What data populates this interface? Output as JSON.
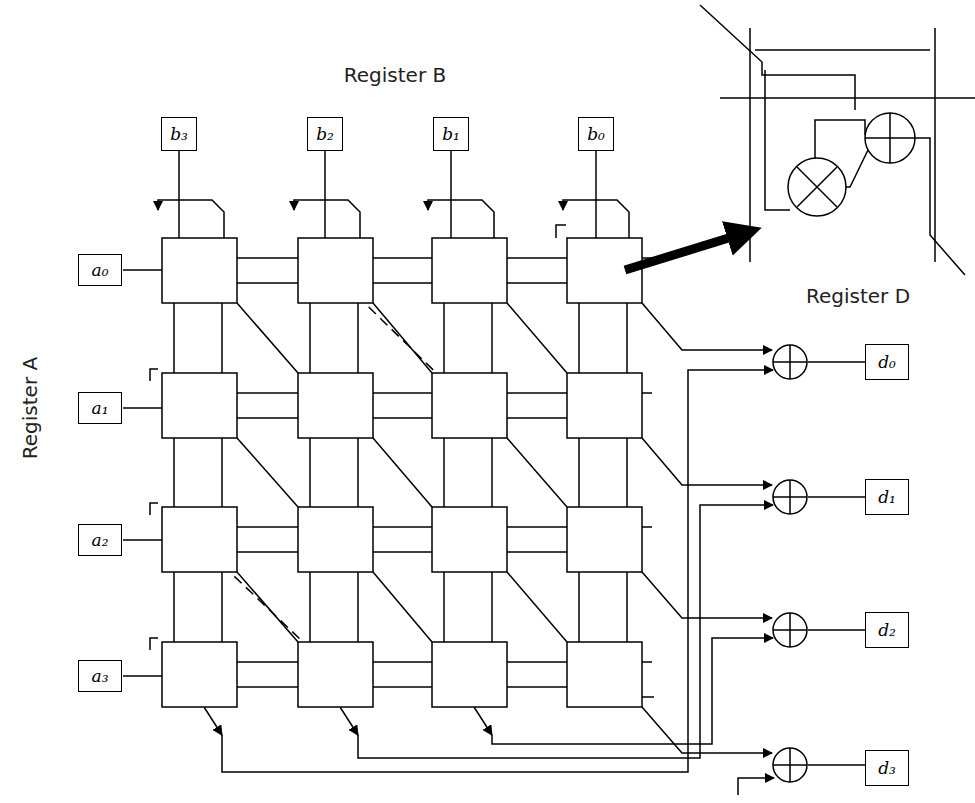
{
  "diagram": {
    "nodes": [
      {
        "text": [
          "b₃"
        ]
      },
      {
        "text": [
          "b₂"
        ]
      },
      {
        "text": [
          "b₁"
        ]
      },
      {
        "text": [
          "b₀"
        ]
      },
      {
        "text": [
          "a₀"
        ]
      },
      {
        "text": [
          "a₁"
        ]
      },
      {
        "text": [
          "a₂"
        ]
      },
      {
        "text": [
          "a₃"
        ]
      },
      {
        "text": [
          "d₀"
        ]
      },
      {
        "text": [
          "d₁"
        ]
      },
      {
        "text": [
          "d₂"
        ]
      },
      {
        "text": [
          "d₃"
        ]
      }
    ],
    "labels": [
      "Register B",
      "Register A",
      "Register D"
    ]
  }
}
